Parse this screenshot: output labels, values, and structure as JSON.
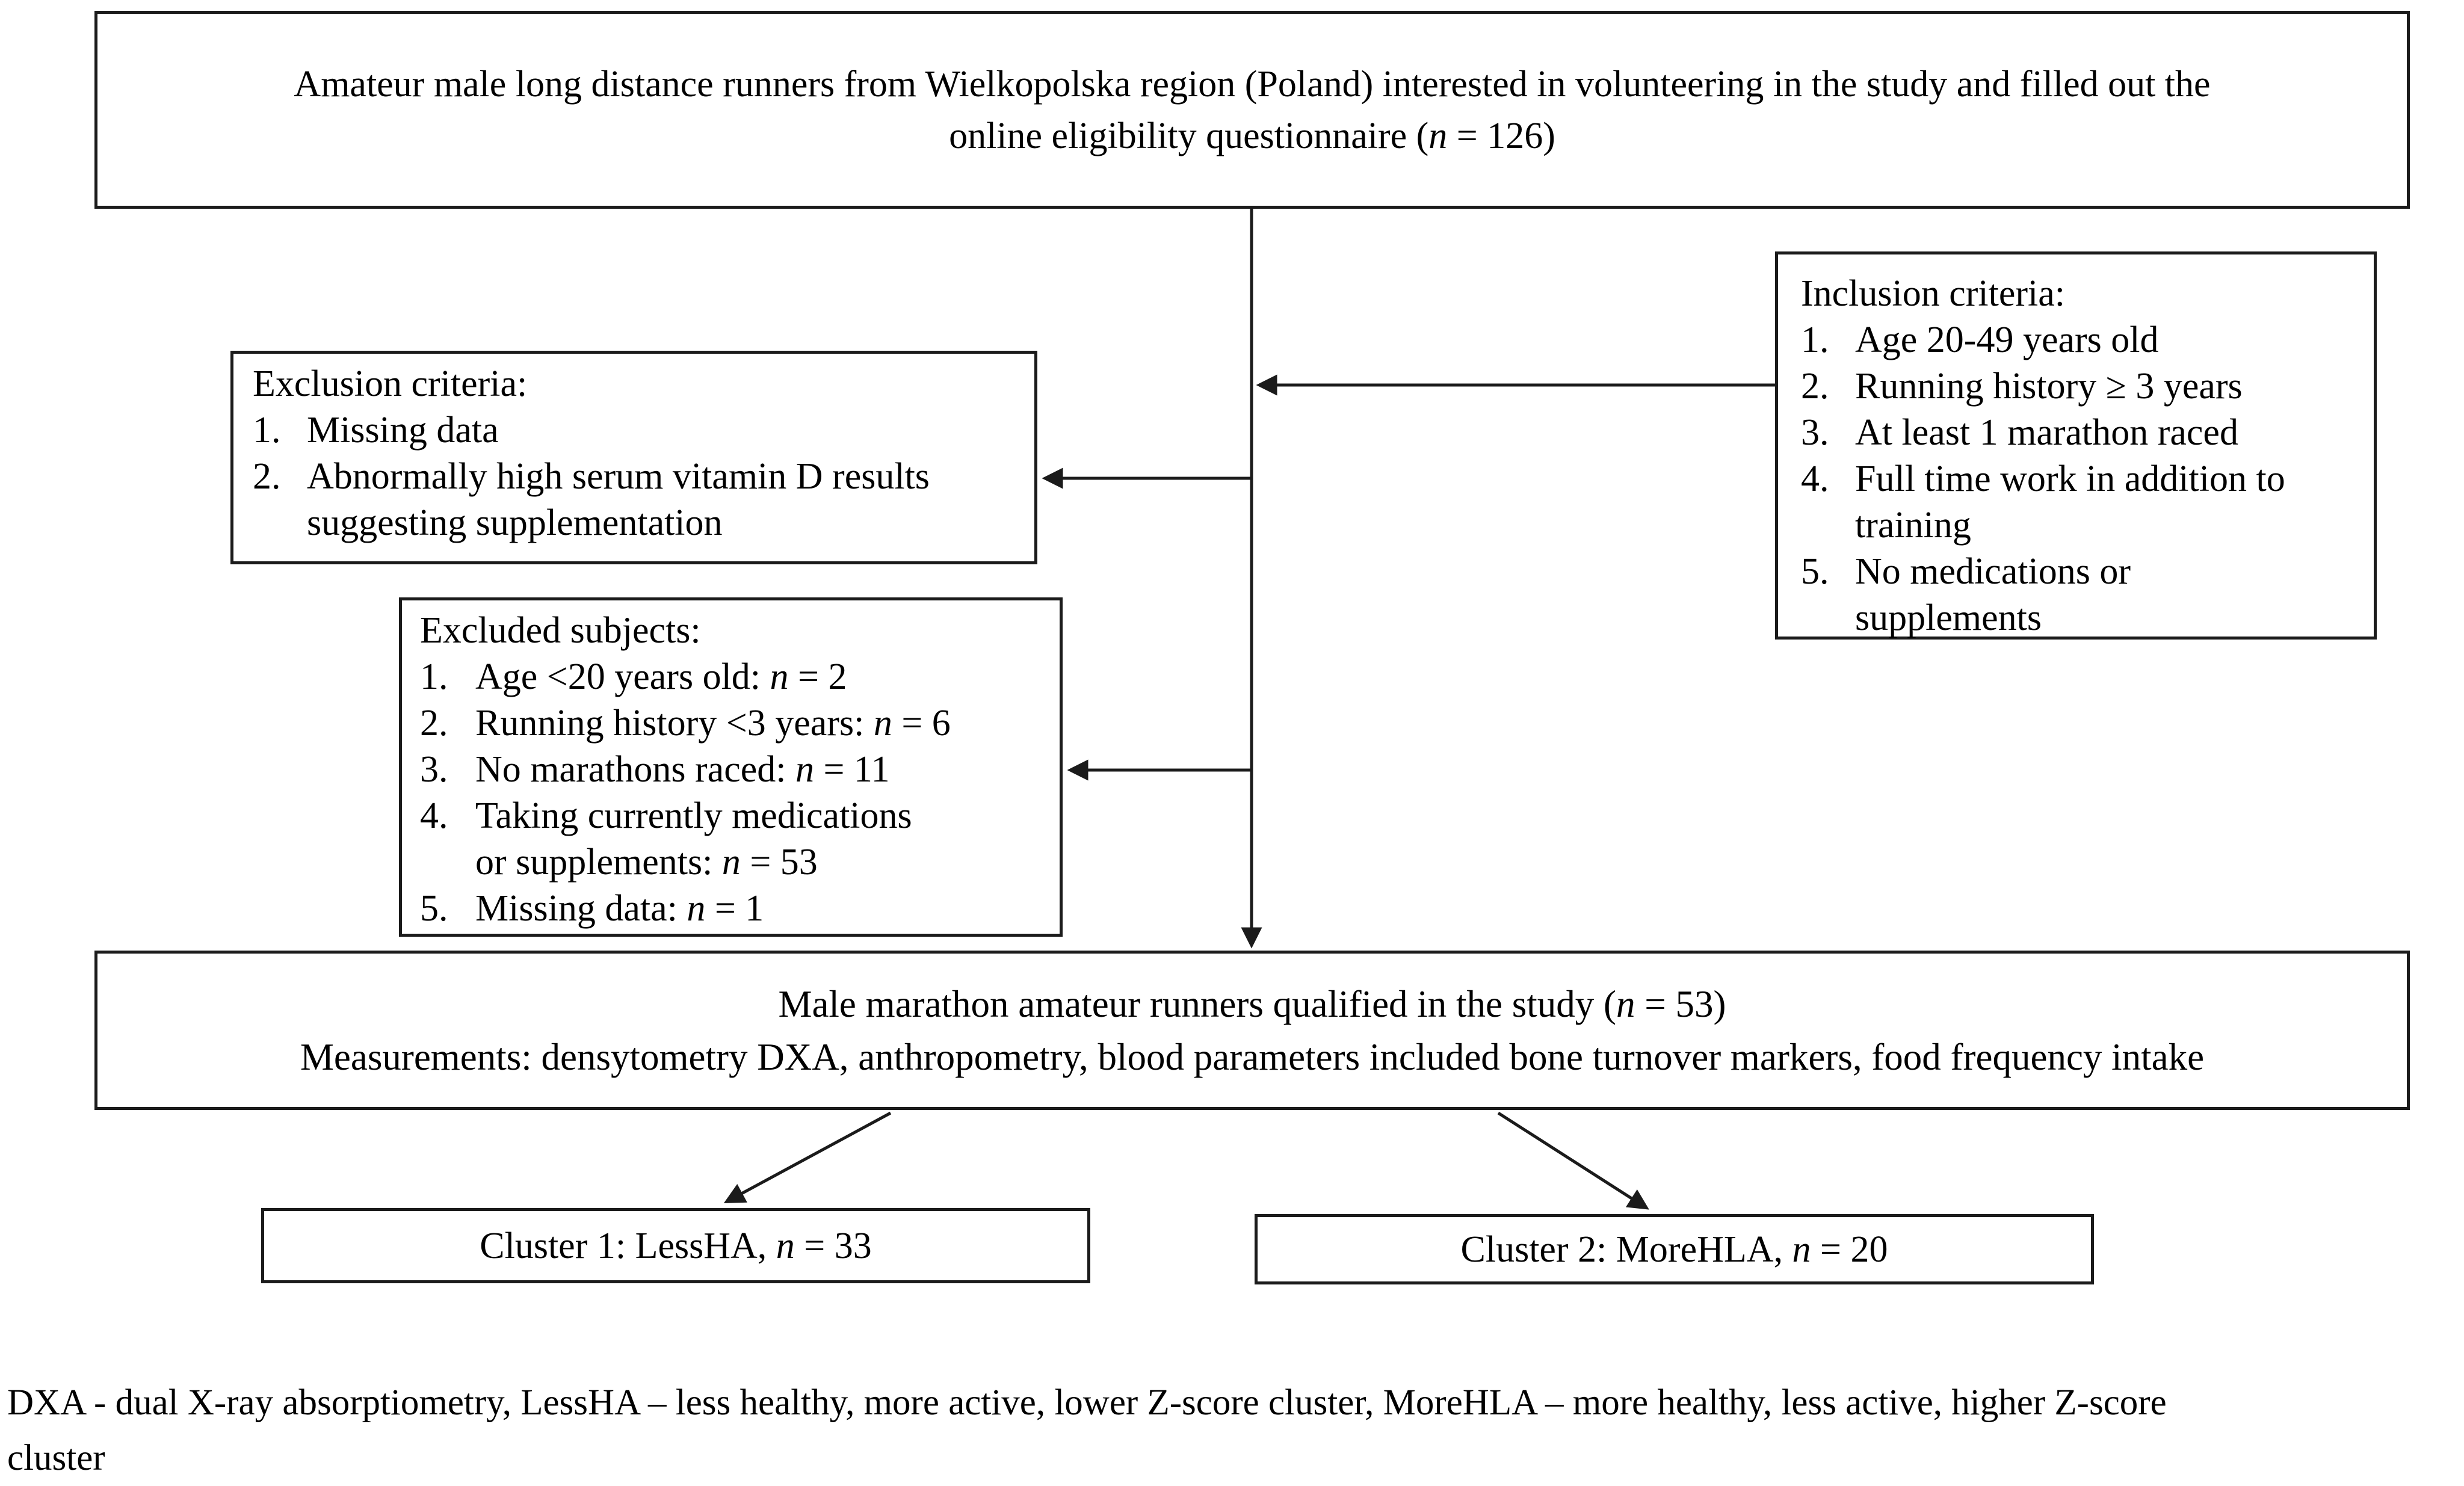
{
  "figure": {
    "background": "#ffffff",
    "line_color": "#1b1b1b",
    "text_color": "#000000"
  },
  "top_box": {
    "line1": "Amateur male long distance runners from Wielkopolska region (Poland) interested in volunteering in the study and filled out the",
    "line2_html": "online eligibility questionnaire (<i>n</i> = 126)"
  },
  "inclusion_box": {
    "title": "Inclusion criteria:",
    "items": [
      {
        "num": "1.",
        "text_html": "Age 20-49 years old"
      },
      {
        "num": "2.",
        "text_html": "Running history ≥ 3 years"
      },
      {
        "num": "3.",
        "text_html": "At least 1 marathon raced"
      },
      {
        "num": "4.",
        "text_html": "Full time work in addition to<br>training"
      },
      {
        "num": "5.",
        "text_html": "No medications or<br>supplements"
      }
    ]
  },
  "exclusion_box": {
    "title": "Exclusion criteria:",
    "items": [
      {
        "num": "1.",
        "text_html": "Missing data"
      },
      {
        "num": "2.",
        "text_html": "Abnormally high serum vitamin D results<br>suggesting supplementation"
      }
    ]
  },
  "excluded_box": {
    "title": "Excluded subjects:",
    "items": [
      {
        "num": "1.",
        "text_html": "Age &lt;20 years old: <i>n</i> = 2"
      },
      {
        "num": "2.",
        "text_html": "Running history &lt;3 years: <i>n</i> = 6"
      },
      {
        "num": "3.",
        "text_html": "No marathons raced: <i>n</i> = 11"
      },
      {
        "num": "4.",
        "text_html": "Taking currently medications<br>or supplements: <i>n</i> = 53"
      },
      {
        "num": "5.",
        "text_html": "Missing data: <i>n</i> = 1"
      }
    ]
  },
  "qualified_box": {
    "line1_html": "Male marathon amateur runners qualified in the study (<i>n</i> = 53)",
    "line2": "Measurements: densytometry DXA, anthropometry, blood parameters included bone turnover markers, food frequency intake"
  },
  "cluster1_box": {
    "label_html": "Cluster 1: LessHA, <i>n</i> = 33"
  },
  "cluster2_box": {
    "label_html": "Cluster 2: MoreHLA, <i>n</i> = 20"
  },
  "footnote": {
    "line1": "DXA - dual X-ray absorptiometry, LessHA – less healthy, more active, lower Z-score cluster, MoreHLA – more healthy, less active, higher Z-score",
    "line2": "cluster"
  }
}
